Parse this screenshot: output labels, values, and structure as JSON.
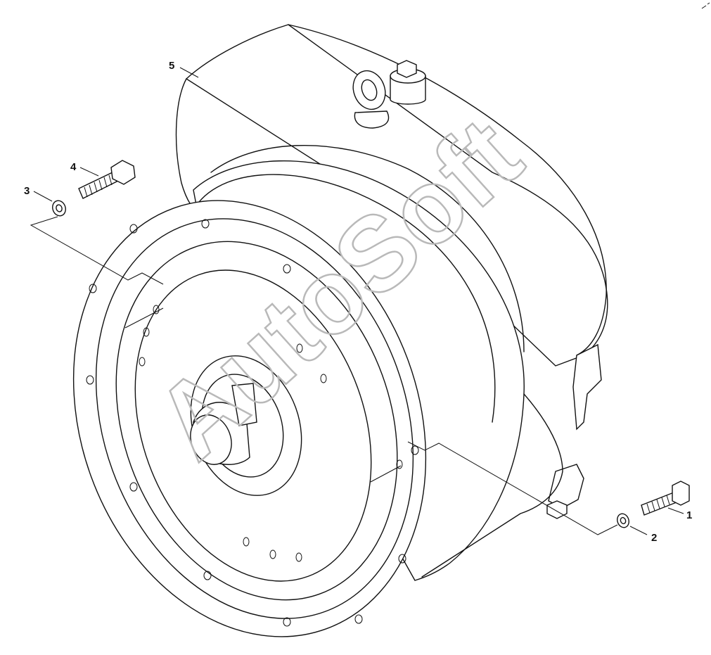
{
  "callouts": [
    {
      "id": "1",
      "label": "1"
    },
    {
      "id": "2",
      "label": "2"
    },
    {
      "id": "3",
      "label": "3"
    },
    {
      "id": "4",
      "label": "4"
    },
    {
      "id": "5",
      "label": "5"
    }
  ],
  "watermark": "AutoSoft"
}
